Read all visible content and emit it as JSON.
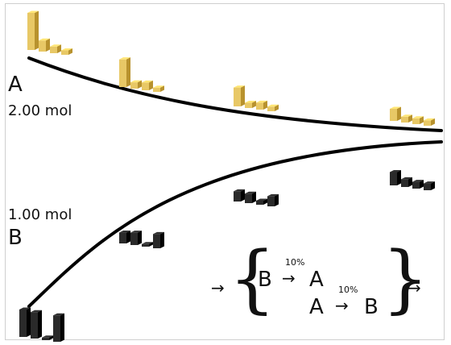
{
  "species_a": {
    "label": "A",
    "amount": "2.00 mol",
    "color": "#e8c866",
    "color_dark": "#b8922e",
    "equilibrium_distributions": [
      [
        1.0,
        0.3,
        0.18,
        0.12
      ],
      [
        0.78,
        0.18,
        0.22,
        0.12
      ],
      [
        0.65,
        0.18,
        0.24,
        0.16
      ],
      [
        0.5,
        0.24,
        0.24,
        0.22
      ]
    ]
  },
  "species_b": {
    "label": "B",
    "amount": "1.00 mol",
    "color": "#2a2a2a",
    "color_dark": "#000000",
    "equilibrium_distributions": [
      [
        0.85,
        0.82,
        0.08,
        0.82
      ],
      [
        0.42,
        0.48,
        0.1,
        0.55
      ],
      [
        0.45,
        0.42,
        0.18,
        0.45
      ],
      [
        0.55,
        0.32,
        0.28,
        0.28
      ]
    ]
  },
  "mechanism": {
    "reaction_1": {
      "reactant": "B",
      "product": "A",
      "percent": "10%"
    },
    "reaction_2": {
      "reactant": "A",
      "product": "B",
      "percent": "10%"
    },
    "inflow_arrow": "→",
    "outflow_arrow": "→",
    "reaction_arrow": "→"
  }
}
